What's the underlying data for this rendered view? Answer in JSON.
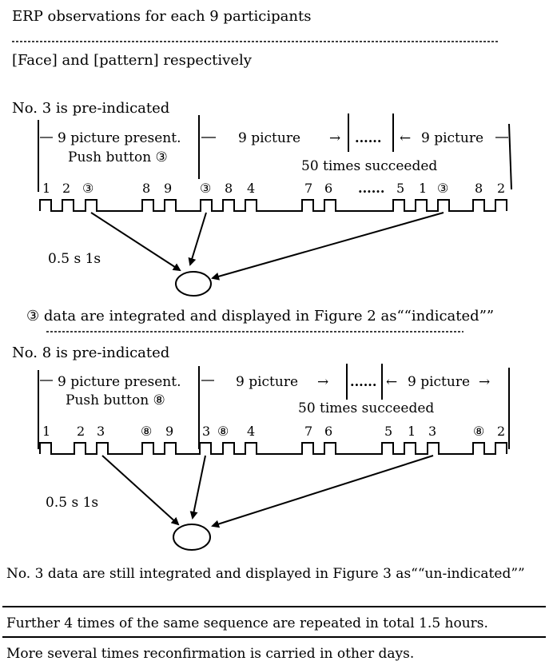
{
  "title": "ERP observations for each 9 participants",
  "subtitle": "[Face] and [pattern] respectively",
  "block1": {
    "heading": "No. 3 is pre-indicated",
    "range1_line1": "9 picture present.",
    "range1_line2": "Push button ③",
    "range2": "9 picture",
    "range2_arrow": "→",
    "range3": "9 picture",
    "range3_arrow": "←",
    "succeeded": "50 times succeeded",
    "sequence": [
      "1",
      "2",
      "③",
      "8",
      "9",
      "③",
      "8",
      "4",
      "7",
      "6",
      "5",
      "1",
      "③",
      "8",
      "2"
    ],
    "ellipsis": "......",
    "timing": "0.5 s 1s",
    "result": "③ data are integrated and displayed in Figure 2 as““indicated””"
  },
  "block2": {
    "heading": "No. 8 is pre-indicated",
    "range1_line1": "9 picture present.",
    "range1_line2": "Push button ⑧",
    "range2": "9 picture",
    "range2_arrow": "→",
    "range3": "9 picture",
    "range3_arrow": "←",
    "range3_tail": "→",
    "succeeded": "50 times succeeded",
    "sequence": [
      "1",
      "2",
      "3",
      "⑧",
      "9",
      "3",
      "⑧",
      "4",
      "7",
      "6",
      "5",
      "1",
      "3",
      "⑧",
      "2"
    ],
    "ellipsis": "......",
    "timing": "0.5 s 1s",
    "result": "No. 3 data are still integrated and displayed in Figure 3 as““un-indicated””"
  },
  "footer_line1": "Further 4 times of the same sequence are repeated in total 1.5 hours.",
  "footer_line2": "More several times reconfirmation is carried in other days."
}
